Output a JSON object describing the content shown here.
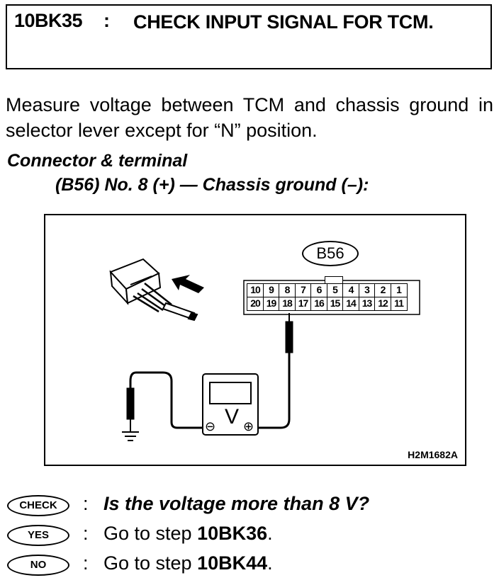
{
  "step": {
    "code": "10BK35",
    "colon": ":",
    "title": "CHECK INPUT SIGNAL FOR TCM."
  },
  "instruction": "Measure voltage between TCM and chassis ground in selector lever except for “N” position.",
  "connector": {
    "label": "Connector & terminal",
    "detail": "(B56) No. 8 (+) — Chassis ground (–):"
  },
  "figure": {
    "connector_badge": "B56",
    "pins_top": [
      "10",
      "9",
      "8",
      "7",
      "6",
      "5",
      "4",
      "3",
      "2",
      "1"
    ],
    "pins_bottom": [
      "20",
      "19",
      "18",
      "17",
      "16",
      "15",
      "14",
      "13",
      "12",
      "11"
    ],
    "meter_symbol": "V",
    "meter_minus": "⊖",
    "meter_plus": "⊕",
    "code": "H2M1682A"
  },
  "answers": [
    {
      "badge": "CHECK",
      "colon": ":",
      "text": "Is the voltage more than 8 V?"
    },
    {
      "badge": "YES",
      "colon": ":",
      "text_prefix": "Go to step ",
      "step": "10BK36",
      "suffix": "."
    },
    {
      "badge": "NO",
      "colon": ":",
      "text_prefix": "Go to step ",
      "step": "10BK44",
      "suffix": "."
    }
  ]
}
